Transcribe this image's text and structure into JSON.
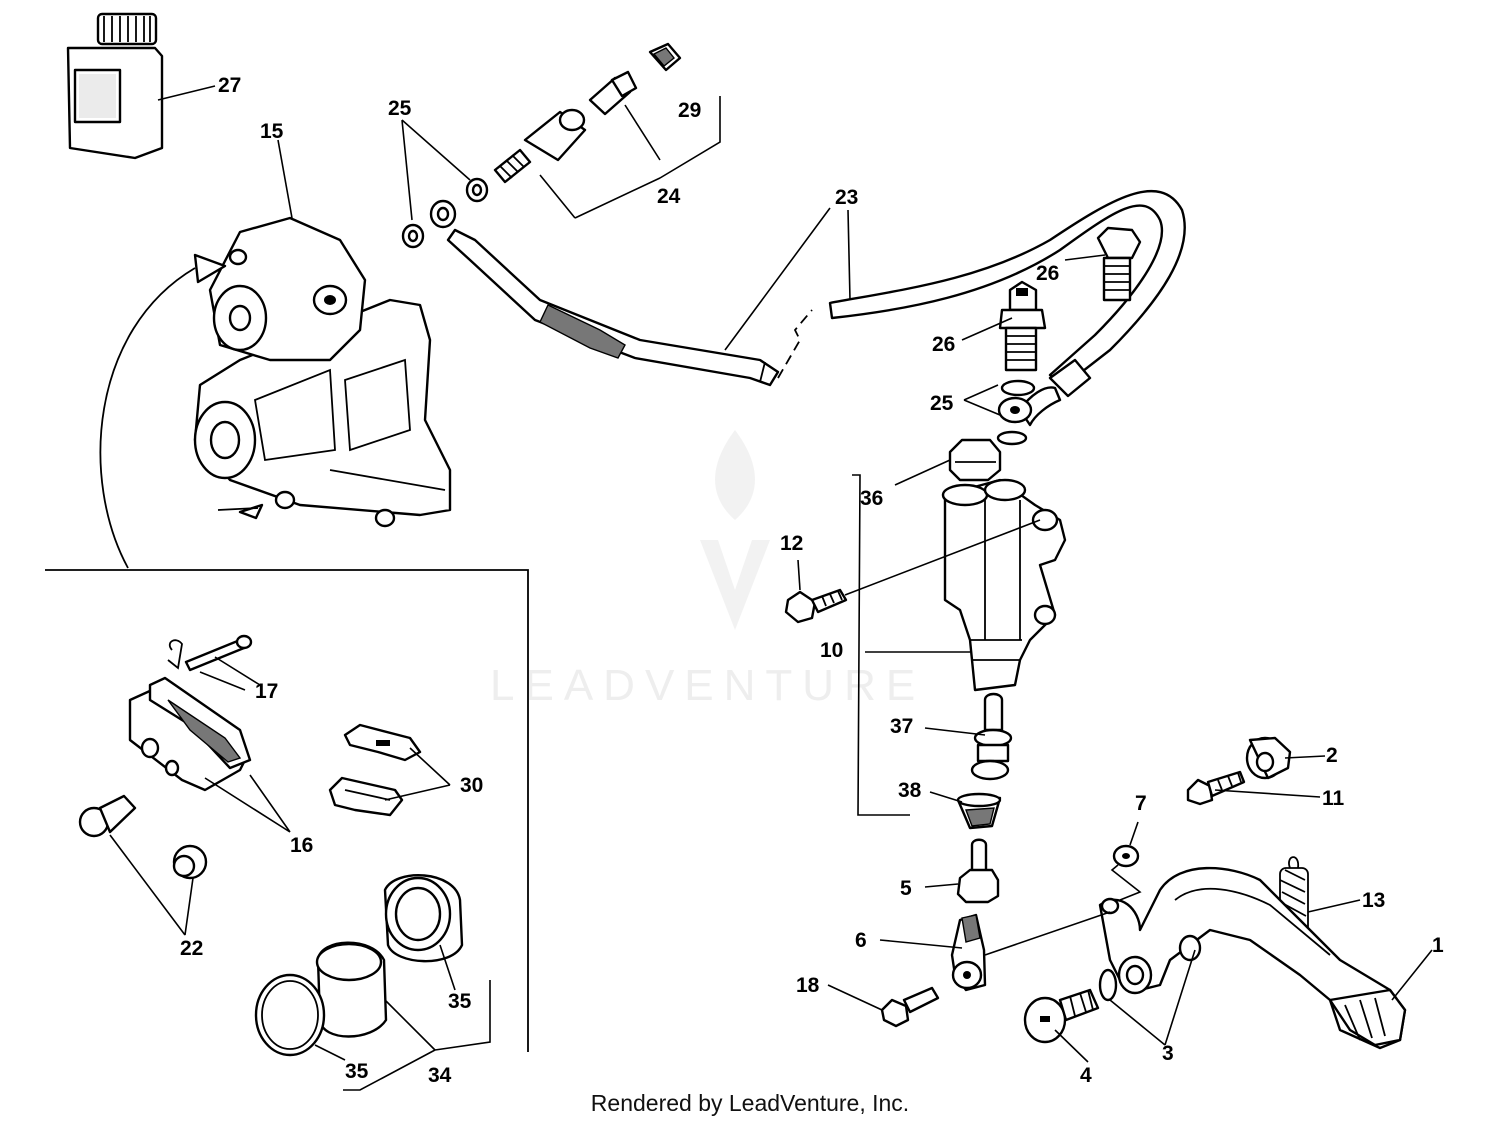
{
  "watermark": {
    "text": "LEADVENTURE"
  },
  "footer": {
    "text": "Rendered by LeadVenture, Inc."
  },
  "callouts": {
    "c1": "1",
    "c2": "2",
    "c3": "3",
    "c4": "4",
    "c5": "5",
    "c6": "6",
    "c7": "7",
    "c10": "10",
    "c11": "11",
    "c12": "12",
    "c13": "13",
    "c15": "15",
    "c16": "16",
    "c17": "17",
    "c18": "18",
    "c22": "22",
    "c23": "23",
    "c24": "24",
    "c25a": "25",
    "c25b": "25",
    "c26a": "26",
    "c26b": "26",
    "c27": "27",
    "c29": "29",
    "c30": "30",
    "c34": "34",
    "c35a": "35",
    "c35b": "35",
    "c36": "36",
    "c37": "37",
    "c38": "38"
  }
}
